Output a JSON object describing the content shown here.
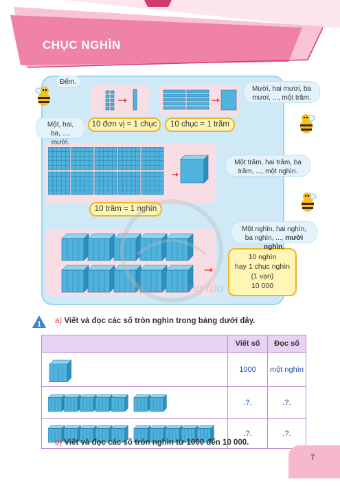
{
  "header": {
    "title": "CHỤC NGHÌN"
  },
  "bubbles": {
    "dem": "Đếm.",
    "mot_hai_ba": "Một, hai, ba, ..., mười.",
    "muoi": "Mười, hai mươi, ba mươi, ..., một trăm.",
    "mot_tram": "Một trăm, hai trăm, ba trăm, ..., một nghìn.",
    "mot_nghin_a": "Một nghìn, hai nghìn,",
    "mot_nghin_b": "ba nghìn, ..., ",
    "mot_nghin_bold": "mười nghìn",
    "mot_nghin_end": "."
  },
  "labels": {
    "don_vi": "10 đơn vị = 1 chục",
    "chuc": "10 chục = 1 trăm",
    "tram": "10 trăm = 1 nghìn",
    "nghin_1": "10 nghìn",
    "nghin_2": "hay 1 chục nghìn",
    "nghin_3": "(1 vạn)",
    "nghin_4": "10 000"
  },
  "exercise": {
    "number": "1",
    "part_a_letter": "a)",
    "part_a": "Viết và đọc các số tròn nghìn trong bảng dưới đây.",
    "part_b_letter": "b)",
    "part_b": "Viết và đọc các số tròn nghìn từ 1000 đến 10 000."
  },
  "table": {
    "headers": [
      "",
      "Viết số",
      "Đọc số"
    ],
    "rows": [
      {
        "write": "1000",
        "read": "một nghìn"
      },
      {
        "write": ".?.",
        "read": ".?."
      },
      {
        "write": ".?.",
        "read": ".?."
      }
    ]
  },
  "watermark": "Chân trời sáng tạo",
  "page_number": "7",
  "colors": {
    "header_pink": "#f081a7",
    "panel_blue": "#cfe9f7",
    "label_yellow": "#fff6b5",
    "cube_blue": "#4fb3de"
  }
}
